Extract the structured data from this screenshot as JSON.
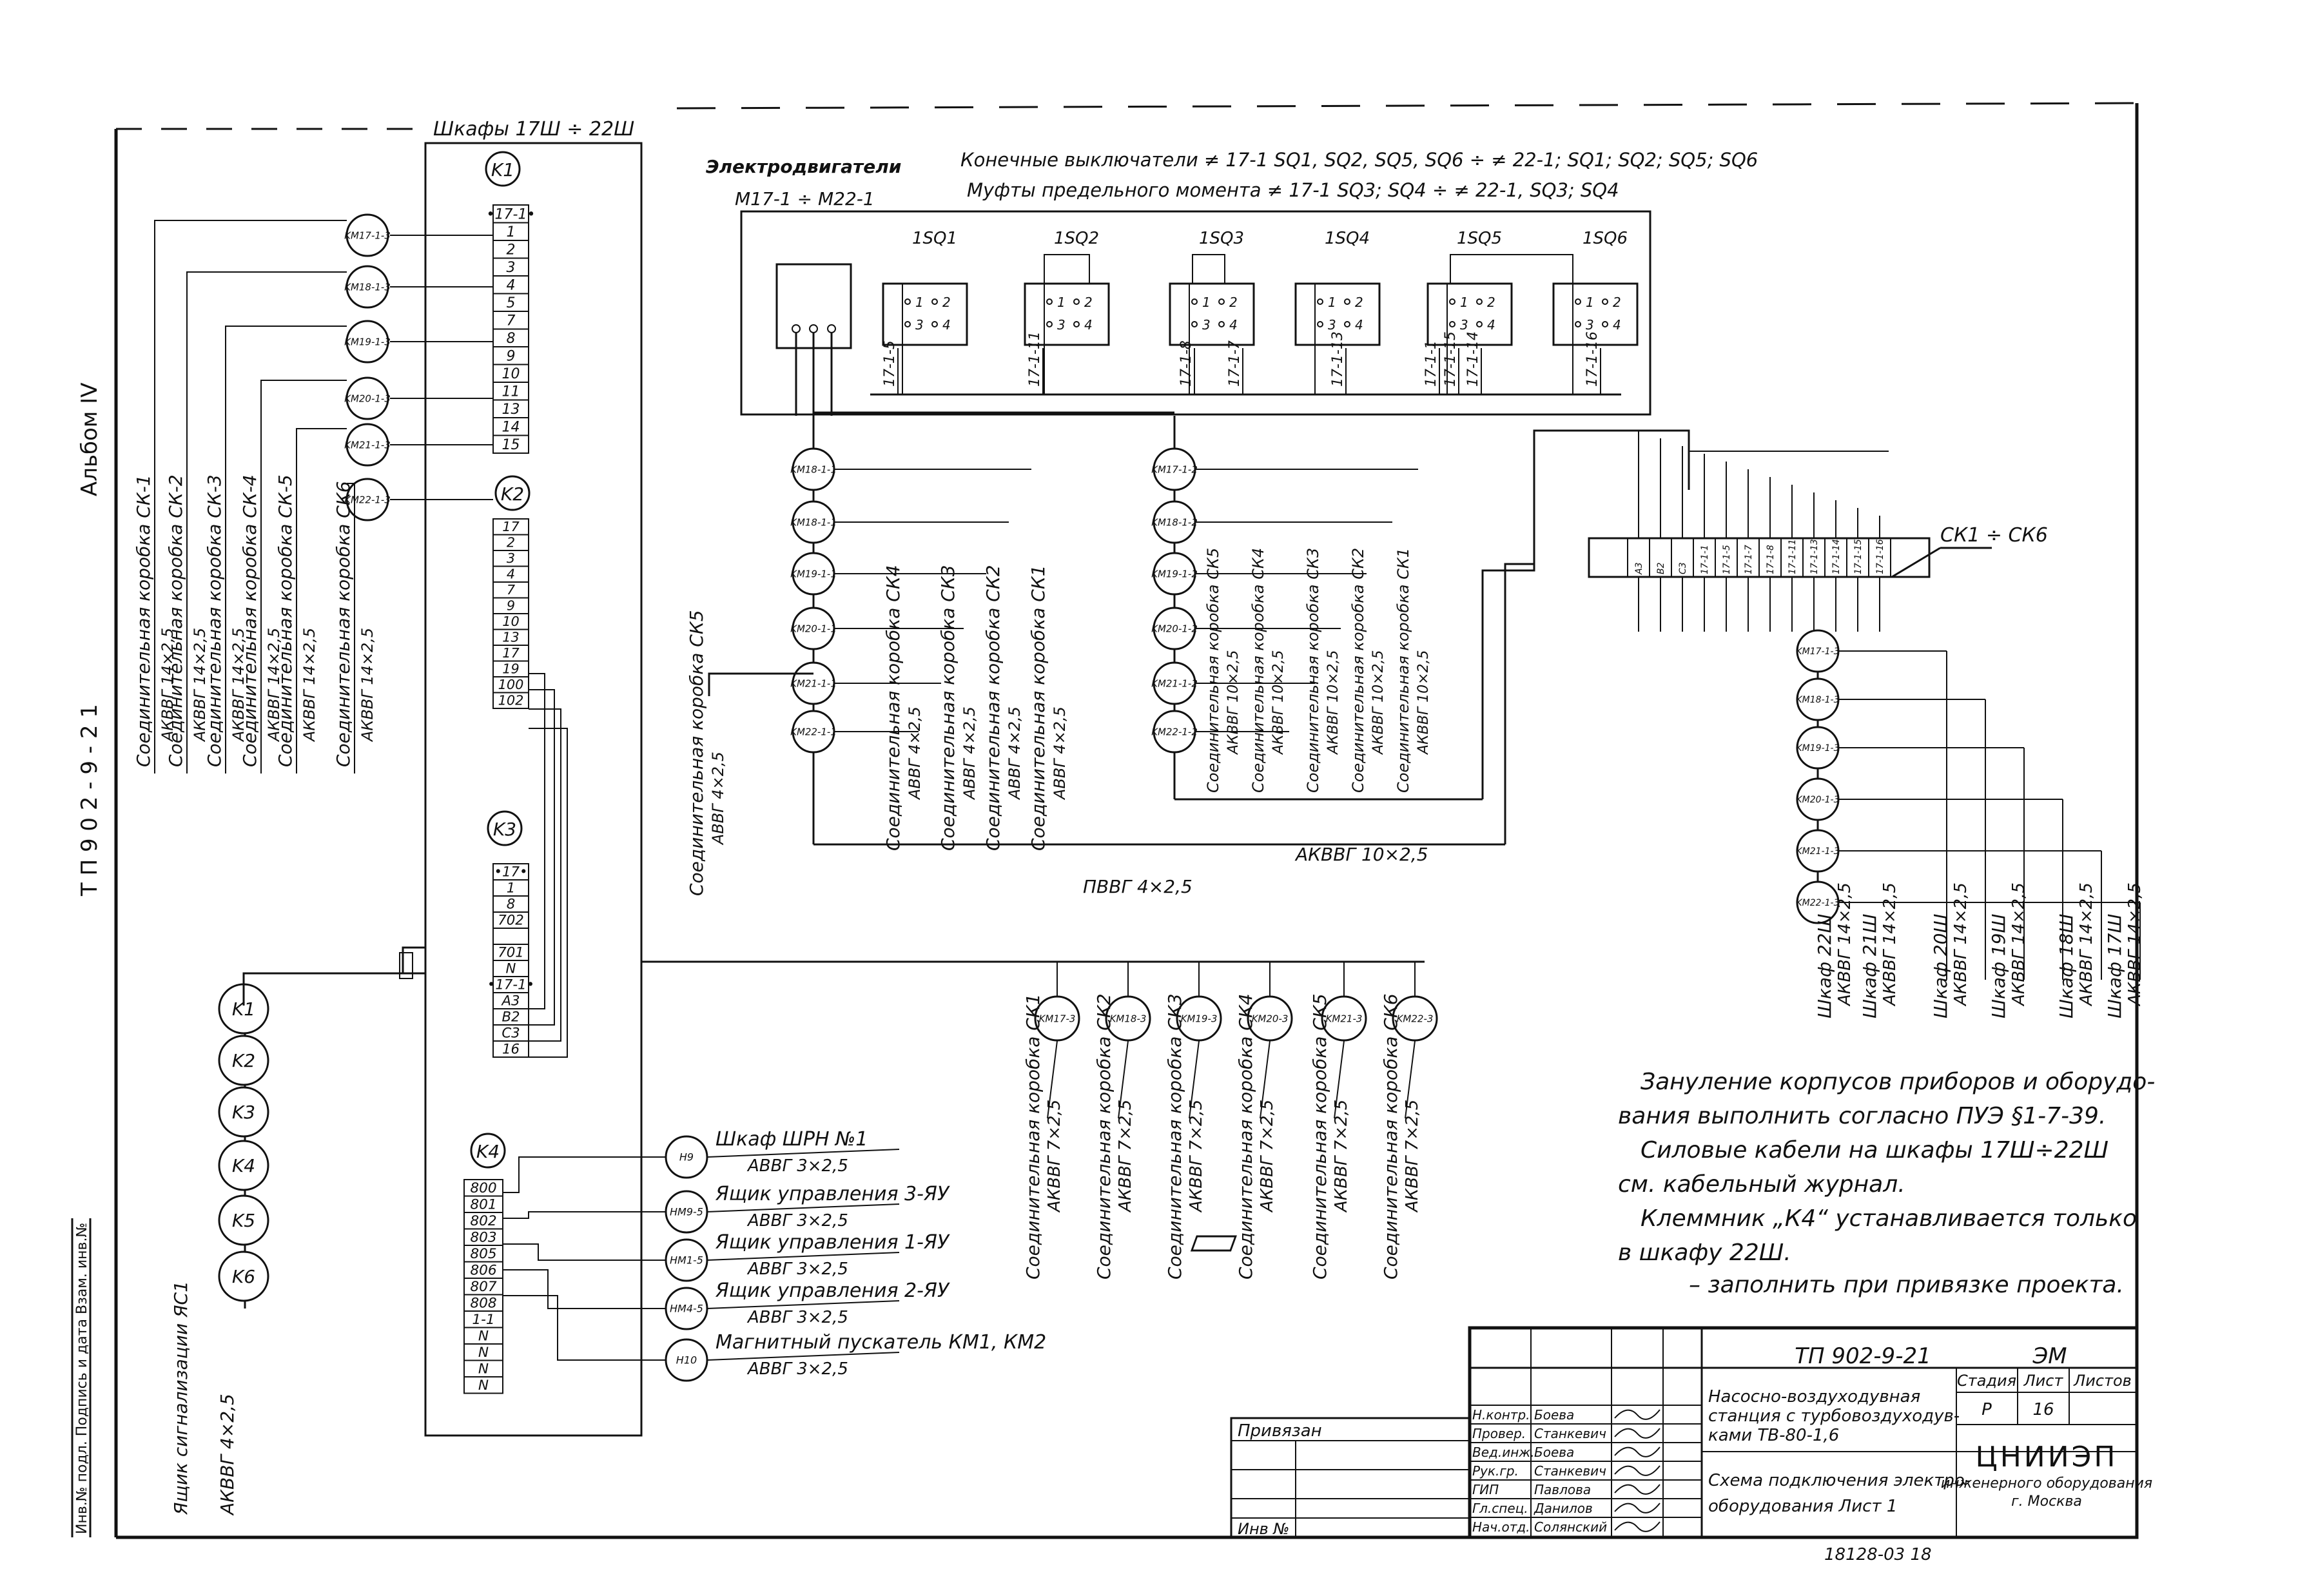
{
  "margin": {
    "left_vertical": "Т П 9 0 2 - 9 - 2 1",
    "album": "Альбом IV",
    "stamp_column": "Инв.№ подл. Подпись и дата Взам. инв.№"
  },
  "cabinets": {
    "title": "Шкафы 17Ш ÷ 22Ш",
    "k1": "K1",
    "k2": "K2",
    "k3": "K3",
    "k4": "K4",
    "k1_terminals": [
      "•17-1•",
      "1",
      "2",
      "3",
      "4",
      "5",
      "7",
      "8",
      "9",
      "10",
      "11",
      "13",
      "14",
      "15"
    ],
    "k2_terminals": [
      "17",
      "2",
      "3",
      "4",
      "7",
      "9",
      "10",
      "13",
      "17",
      "19",
      "100",
      "102"
    ],
    "k3_terminals": [
      "•17•",
      "1",
      "8",
      "702",
      "",
      "701",
      "N",
      "•17-1•",
      "A3",
      "B2",
      "C3",
      "16"
    ],
    "k4_terminals": [
      "800",
      "801",
      "802",
      "803",
      "805",
      "806",
      "807",
      "808",
      "1-1",
      "N",
      "N",
      "N",
      "N"
    ]
  },
  "left_circles": [
    "KM17-1-3",
    "KM18-1-3",
    "KM19-1-3",
    "KM20-1-3",
    "KM21-1-3",
    "KM22-1-3"
  ],
  "left_labels": [
    {
      "name": "Соединительная коробка СК-1",
      "cable": "АКВВГ 14×2,5"
    },
    {
      "name": "Соединительная коробка СК-2",
      "cable": "АКВВГ 14×2,5"
    },
    {
      "name": "Соединительная коробка СК-3",
      "cable": "АКВВГ 14×2,5"
    },
    {
      "name": "Соединительная коробка СК-4",
      "cable": "АКВВГ 14×2,5"
    },
    {
      "name": "Соединительная коробка СК-5",
      "cable": "АКВВГ 14×2,5"
    },
    {
      "name": "Соединительная коробка СК6",
      "cable": "АКВВГ 14×2,5"
    }
  ],
  "k_circles": [
    "K1",
    "K2",
    "K3",
    "K4",
    "K5",
    "K6"
  ],
  "k_bottom_label": {
    "name": "Ящик сигнализации ЯС1",
    "cable": "АКВВГ 4×2,5"
  },
  "header": {
    "motors": "Электродвигатели",
    "motors_range": "М17-1 ÷ М22-1",
    "limit_switches": "Конечные выключатели ≠ 17-1 SQ1, SQ2, SQ5, SQ6 ÷ ≠ 22-1; SQ1; SQ2; SQ5; SQ6",
    "torque_clutches": "Муфты предельного момента ≠ 17-1 SQ3; SQ4 ÷ ≠ 22-1, SQ3; SQ4"
  },
  "switches": [
    "1SQ1",
    "1SQ2",
    "1SQ3",
    "1SQ4",
    "1SQ5",
    "1SQ6"
  ],
  "switch_wires": [
    "17-1-5",
    "17-1-11",
    "17-1-8",
    "17-1-7",
    "17-1-13",
    "17-1-1",
    "17-1-15",
    "17-1-14",
    "17-1-16"
  ],
  "mid_circles_a": [
    "KM18-1-1",
    "KM18-1-1",
    "KM19-1-1",
    "KM20-1-1",
    "KM21-1-1",
    "KM22-1-1"
  ],
  "mid_circles_b": [
    "KM17-1-2",
    "KM18-1-2",
    "KM19-1-2",
    "KM20-1-2",
    "KM21-1-2",
    "KM22-1-2"
  ],
  "mid_labels_a": [
    {
      "name": "Соединительная коробка СК5",
      "cable": "АВВГ 4×2,5"
    },
    {
      "name": "Соединительная коробка СК4",
      "cable": "АВВГ 4×2,5"
    },
    {
      "name": "Соединительная коробка СК3",
      "cable": "АВВГ 4×2,5"
    },
    {
      "name": "Соединительная коробка СК2",
      "cable": "АВВГ 4×2,5"
    },
    {
      "name": "Соединительная коробка СК1",
      "cable": "АВВГ 4×2,5"
    }
  ],
  "mid_labels_b": [
    {
      "name": "Соединительная коробка СК5",
      "cable": "АКВВГ 10×2,5"
    },
    {
      "name": "Соединительная коробка СК4",
      "cable": "АКВВГ 10×2,5"
    },
    {
      "name": "Соединительная коробка СК3",
      "cable": "АКВВГ 10×2,5"
    },
    {
      "name": "Соединительная коробка СК2",
      "cable": "АКВВГ 10×2,5"
    },
    {
      "name": "Соединительная коробка СК1",
      "cable": "АКВВГ 10×2,5"
    }
  ],
  "bus_labels": {
    "akvvg": "АКВВГ 10×2,5",
    "avvg": "ПВВГ 4×2,5"
  },
  "ck_block": {
    "label": "СК1 ÷ СК6",
    "terminals": [
      "A3",
      "B2",
      "C3",
      "17-1-1",
      "17-1-5",
      "17-1-7",
      "17-1-8",
      "17-1-11",
      "17-1-13",
      "17-1-14",
      "17-1-15",
      "17-1-16"
    ]
  },
  "right_circles": [
    "KM17-1-3",
    "KM18-1-3",
    "KM19-1-3",
    "KM20-1-3",
    "KM21-1-3",
    "KM22-1-3"
  ],
  "right_labels": [
    {
      "name": "Шкаф 22Ш",
      "cable": "АКВВГ 14×2,5"
    },
    {
      "name": "Шкаф 21Ш",
      "cable": "АКВВГ 14×2,5"
    },
    {
      "name": "Шкаф 20Ш",
      "cable": "АКВВГ 14×2,5"
    },
    {
      "name": "Шкаф 19Ш",
      "cable": "АКВВГ 14×2,5"
    },
    {
      "name": "Шкаф 18Ш",
      "cable": "АКВВГ 14×2,5"
    },
    {
      "name": "Шкаф 17Ш",
      "cable": "АКВВГ 14×2,5"
    }
  ],
  "bottom_circles": [
    "KM17-3",
    "KM18-3",
    "KM19-3",
    "KM20-3",
    "KM21-3",
    "KM22-3"
  ],
  "bottom_labels": [
    {
      "name": "Соединительная коробка СК1",
      "cable": "АКВВГ 7×2,5"
    },
    {
      "name": "Соединительная коробка СК2",
      "cable": "АКВВГ 7×2,5"
    },
    {
      "name": "Соединительная коробка СК3",
      "cable": "АКВВГ 7×2,5"
    },
    {
      "name": "Соединительная коробка СК4",
      "cable": "АКВВГ 7×2,5"
    },
    {
      "name": "Соединительная коробка СК5",
      "cable": "АКВВГ 7×2,5"
    },
    {
      "name": "Соединительная коробка СК6",
      "cable": "АКВВГ 7×2,5"
    }
  ],
  "k4_outputs": [
    {
      "circle": "H9",
      "name": "Шкаф ШРН №1",
      "cable": "АВВГ 3×2,5"
    },
    {
      "circle": "HM9-5",
      "name": "Ящик управления 3-ЯУ",
      "cable": "АВВГ 3×2,5"
    },
    {
      "circle": "HM1-5",
      "name": "Ящик управления 1-ЯУ",
      "cable": "АВВГ 3×2,5"
    },
    {
      "circle": "HM4-5",
      "name": "Ящик управления 2-ЯУ",
      "cable": "АВВГ 3×2,5"
    },
    {
      "circle": "H10",
      "name": "Магнитный пускатель КМ1, КМ2",
      "cable": "АВВГ 3×2,5"
    }
  ],
  "notes": [
    "Зануление корпусов приборов и оборудо-",
    "вания выполнить согласно ПУЭ §1-7-39.",
    "Силовые кабели на шкафы 17Ш÷22Ш",
    "см. кабельный журнал.",
    "Клеммник „К4“ устанавливается только",
    "в шкафу 22Ш.",
    "– заполнить при привязке проекта."
  ],
  "title_block": {
    "project_code": "ТП 902-9-21",
    "sheet_code": "ЭМ",
    "privyazan": "Привязан",
    "inv_no": "Инв №",
    "roles": [
      "Н.контр.",
      "Провер.",
      "Вед.инж.",
      "Рук.гр.",
      "ГИП",
      "Гл.спец.",
      "Нач.отд."
    ],
    "names": [
      "Боева",
      "Станкевич",
      "Боева",
      "Станкевич",
      "Павлова",
      "Данилов",
      "Солянский"
    ],
    "object": [
      "Насосно-воздуходувная",
      "станция с турбовоздуходув-",
      "ками ТВ-80-1,6"
    ],
    "sheet_title": [
      "Схема подключения электро-",
      "оборудования   Лист 1"
    ],
    "stage_hdr": "Стадия",
    "sheet_hdr": "Лист",
    "sheets_hdr": "Листов",
    "stage": "Р",
    "sheet": "16",
    "org": "ЦНИИЭП",
    "org_sub": [
      "инженерного оборудования",
      "г. Москва"
    ],
    "footer": "18128-03    18"
  }
}
